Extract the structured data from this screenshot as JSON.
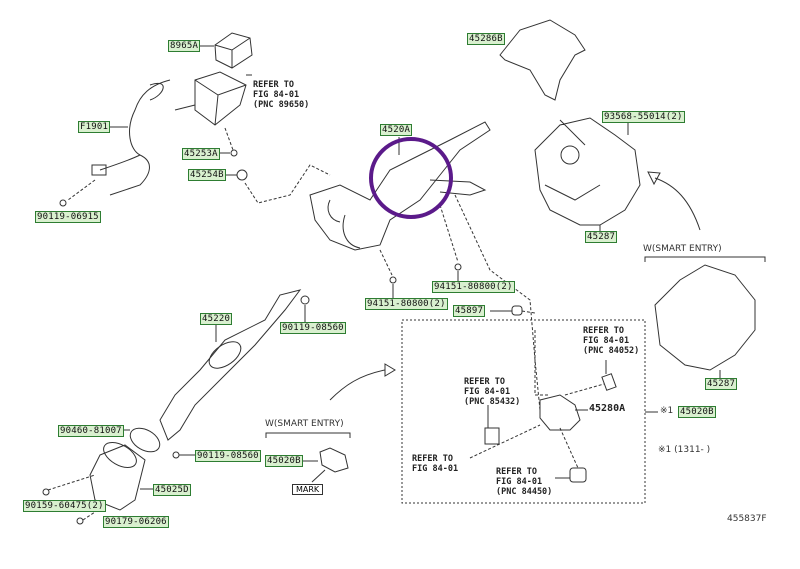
{
  "diagram_id": "455837F",
  "highlight_color": "#5b1a8a",
  "label_color": "#d9f0cf",
  "parts": {
    "p8965A": "8965A",
    "pF1901": "F1901",
    "p45253A": "45253A",
    "p45254B": "45254B",
    "p90119_06915": "90119-06915",
    "p45286B": "45286B",
    "p4520A": "4520A",
    "p93568": "93568-55014(2)",
    "p45287a": "45287",
    "p45287b": "45287",
    "p94151a": "94151-80800(2)",
    "p94151b": "94151-80800(2)",
    "p45897": "45897",
    "p45220": "45220",
    "p90119_08560a": "90119-08560",
    "p90119_08560b": "90119-08560",
    "p90460": "90460-81007",
    "p45020B_a": "45020B",
    "p45020B_b": "45020B",
    "p45025D": "45025D",
    "p90159": "90159-60475(2)",
    "p90179": "90179-06206",
    "p45280A": "45280A"
  },
  "refs": {
    "r89650": "REFER TO\nFIG 84-01\n(PNC 89650)",
    "r84052": "REFER TO\nFIG 84-01\n(PNC 84052)",
    "r85432": "REFER TO\nFIG 84-01\n(PNC 85432)",
    "r8401": "REFER TO\nFIG 84-01",
    "r84450": "REFER TO\nFIG 84-01\n(PNC 84450)"
  },
  "notes": {
    "smart_entry_1": "W(SMART ENTRY)",
    "smart_entry_2": "W(SMART ENTRY)",
    "mark": "MARK",
    "star1": "※1",
    "star_note": "※1 (1311-    )"
  }
}
